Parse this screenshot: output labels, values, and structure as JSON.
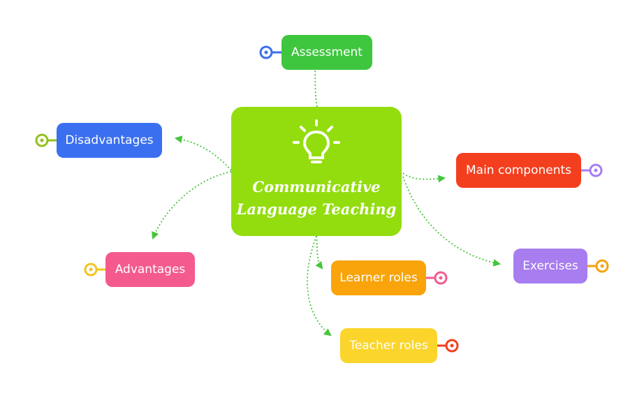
{
  "center": {
    "line1": "Communicative",
    "line2": "Language Teaching",
    "color": "#93dd0e",
    "icon": "lightbulb-icon"
  },
  "topics": [
    {
      "id": "assessment",
      "label": "Assessment",
      "color": "#3ec63e",
      "handle_color": "#3a6ff0"
    },
    {
      "id": "disadvantages",
      "label": "Disadvantages",
      "color": "#3a6ff0",
      "handle_color": "#93c11a"
    },
    {
      "id": "main-components",
      "label": "Main components",
      "color": "#f43f1e",
      "handle_color": "#a77df0"
    },
    {
      "id": "advantages",
      "label": "Advantages",
      "color": "#f45a8e",
      "handle_color": "#f4c41c"
    },
    {
      "id": "exercises",
      "label": "Exercises",
      "color": "#a77df0",
      "handle_color": "#f4a20e"
    },
    {
      "id": "learner-roles",
      "label": "Learner roles",
      "color": "#f8a40a",
      "handle_color": "#f45a8e"
    },
    {
      "id": "teacher-roles",
      "label": "Teacher roles",
      "color": "#fbd52b",
      "handle_color": "#f43f1e"
    }
  ],
  "connector_color": "#46c63c"
}
